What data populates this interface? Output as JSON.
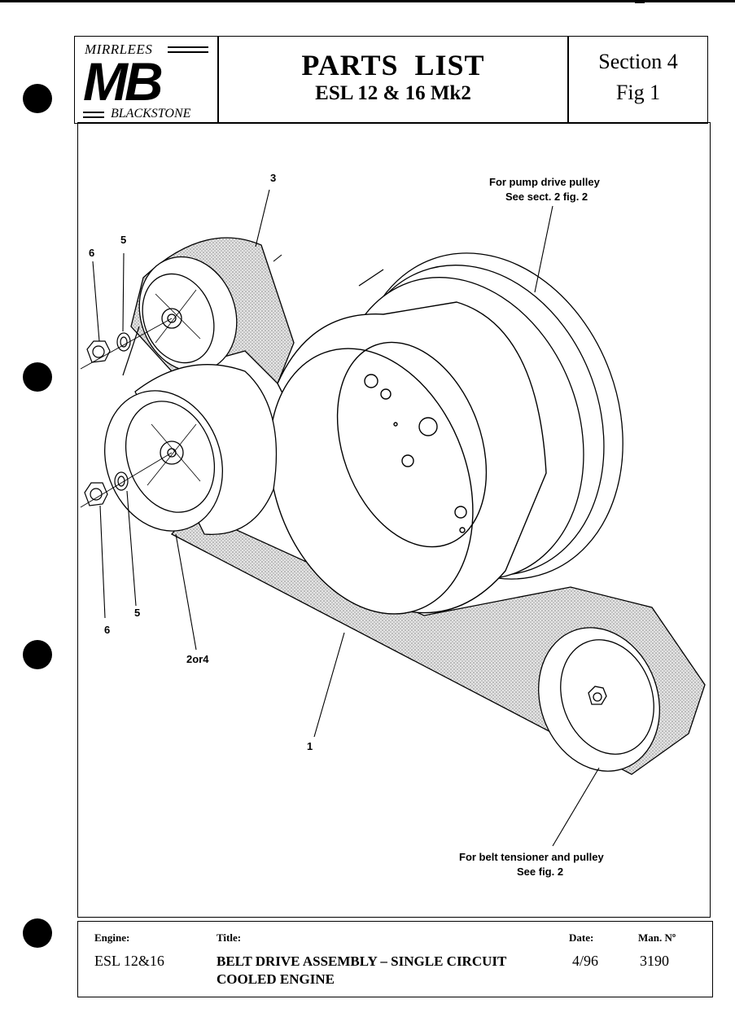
{
  "logo": {
    "top_text": "MIRRLEES",
    "mark": "MB",
    "bottom_text": "BLACKSTONE"
  },
  "header": {
    "title": "PARTS  LIST",
    "subtitle": "ESL 12 & 16 Mk2",
    "section": "Section 4",
    "figure": "Fig 1"
  },
  "diagram": {
    "callouts": {
      "c3": "3",
      "c6_top": "6",
      "c5_top": "5",
      "pump_line1": "For pump drive pulley",
      "pump_line2": "See sect. 2  fig. 2",
      "c5_bottom": "5",
      "c6_bottom": "6",
      "c2or4": "2or4",
      "c1": "1",
      "tens_line1": "For belt tensioner and pulley",
      "tens_line2": "See fig. 2"
    }
  },
  "footer": {
    "engine_label": "Engine:",
    "engine_value": "ESL 12&16",
    "title_label": "Title:",
    "title_value": "BELT DRIVE ASSEMBLY – SINGLE CIRCUIT COOLED ENGINE",
    "date_label": "Date:",
    "date_value": "4/96",
    "man_label": "Man. Nº",
    "man_value": "3190"
  }
}
